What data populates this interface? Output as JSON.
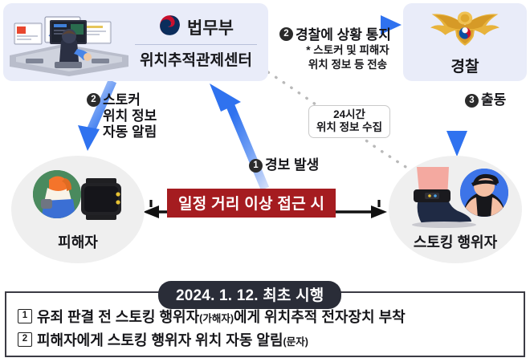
{
  "meta": {
    "title": "스토킹 행위자 위치추적 전자장치 부착 제도",
    "colors": {
      "box_bg": "#e9ecf9",
      "arrow_blue": "#3d7ff0",
      "banner_red": "#a51c20",
      "pill_dark": "#2a2d38",
      "circle_gray": "#efefef"
    }
  },
  "control_center": {
    "ministry_name": "법무부",
    "center_name": "위치추적관제센터",
    "logo_icon": "korea-government-taegeuk-logo",
    "art_icon": "control-room-monitors-illustration"
  },
  "police": {
    "label": "경찰",
    "emblem_icon": "korean-police-eagle-emblem"
  },
  "steps": {
    "step1": {
      "number": "1",
      "label": "경보 발생"
    },
    "step2_left": {
      "number": "2",
      "lines": [
        "스토커",
        "위치 정보",
        "자동 알림"
      ]
    },
    "step2_top": {
      "number": "2",
      "label": "경찰에 상황 통지",
      "note_lines": [
        "* 스토커 및 피해자",
        "위치 정보 등 전송"
      ]
    },
    "step3": {
      "number": "3",
      "label": "출동"
    }
  },
  "callout": {
    "lines": [
      "24시간",
      "위치 정보 수집"
    ],
    "icon": "dotted-collection-line"
  },
  "banner": {
    "text": "일정 거리 이상 접근 시",
    "arrow_icon": "double-headed-arrow"
  },
  "actors": {
    "victim": {
      "label": "피해자",
      "icon": "victim-person-with-smartwatch"
    },
    "stalker": {
      "label": "스토킹 행위자",
      "icon": "stalker-person-with-ankle-monitor"
    }
  },
  "bottom_panel": {
    "date_pill": "2024. 1. 12. 최초 시행",
    "items": [
      {
        "number": "1",
        "text": "유죄 판결 전 스토킹 행위자",
        "paren": "(가해자)",
        "text_after": "에게 위치추적 전자장치 부착"
      },
      {
        "number": "2",
        "text": "피해자에게 스토킹 행위자 위치 자동 알림",
        "paren": "(문자)",
        "text_after": ""
      }
    ]
  }
}
